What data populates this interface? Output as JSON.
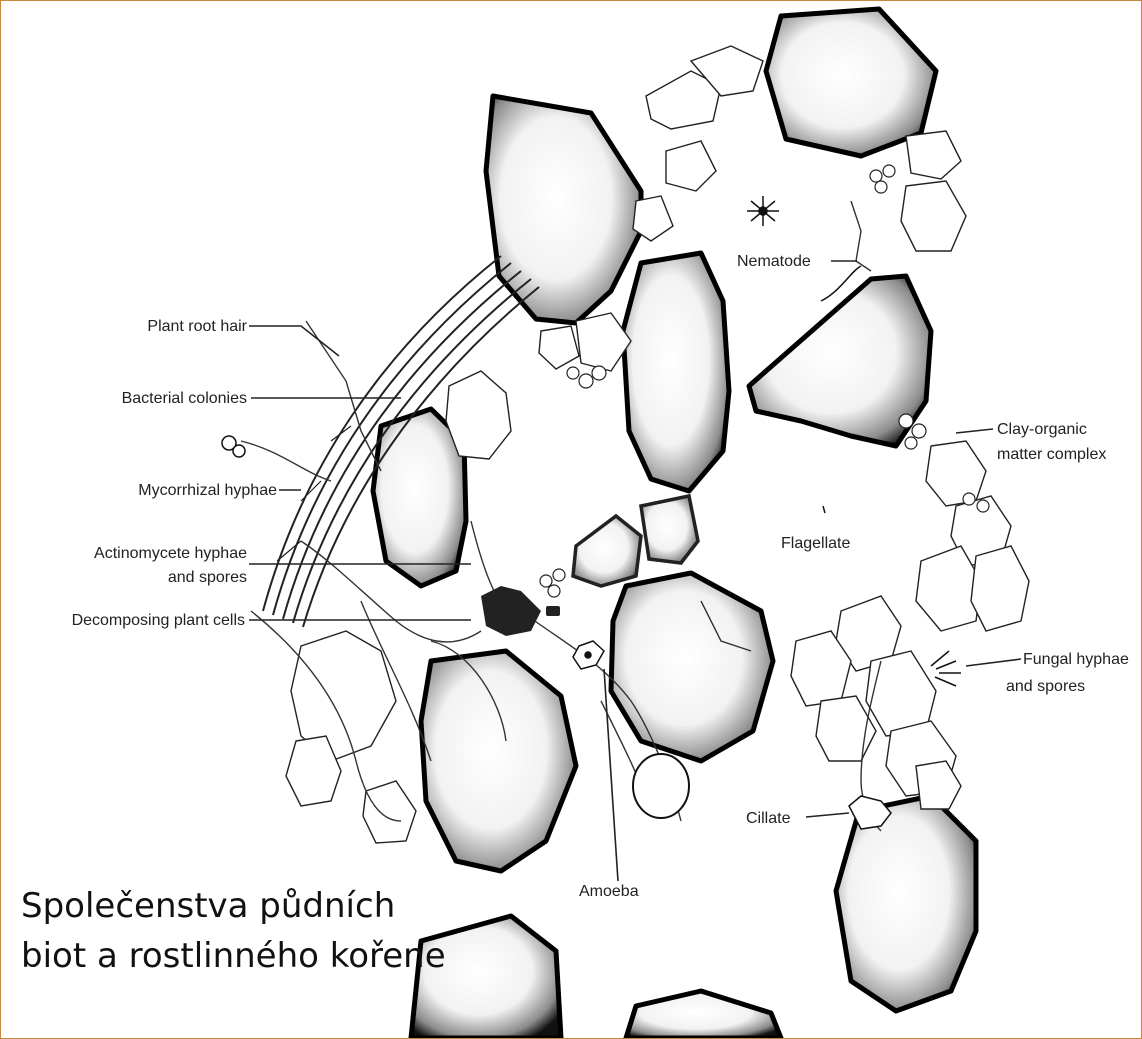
{
  "labels": {
    "plant_root_hair": "Plant root hair",
    "bacterial_colonies": "Bacterial colonies",
    "mycorrhizal_hyphae": "Mycorrhizal hyphae",
    "actinomycete_1": "Actinomycete hyphae",
    "actinomycete_2": "and spores",
    "decomposing_plant_cells": "Decomposing plant cells",
    "nematode": "Nematode",
    "clay_organic_1": "Clay-organic",
    "clay_organic_2": "matter complex",
    "flagellate": "Flagellate",
    "fungal_1": "Fungal hyphae",
    "fungal_2": "and spores",
    "ciliate": "Cillate",
    "amoeba": "Amoeba"
  },
  "caption": {
    "line1": "Společenstva půdních",
    "line2": "biot a rostlinného kořene"
  }
}
